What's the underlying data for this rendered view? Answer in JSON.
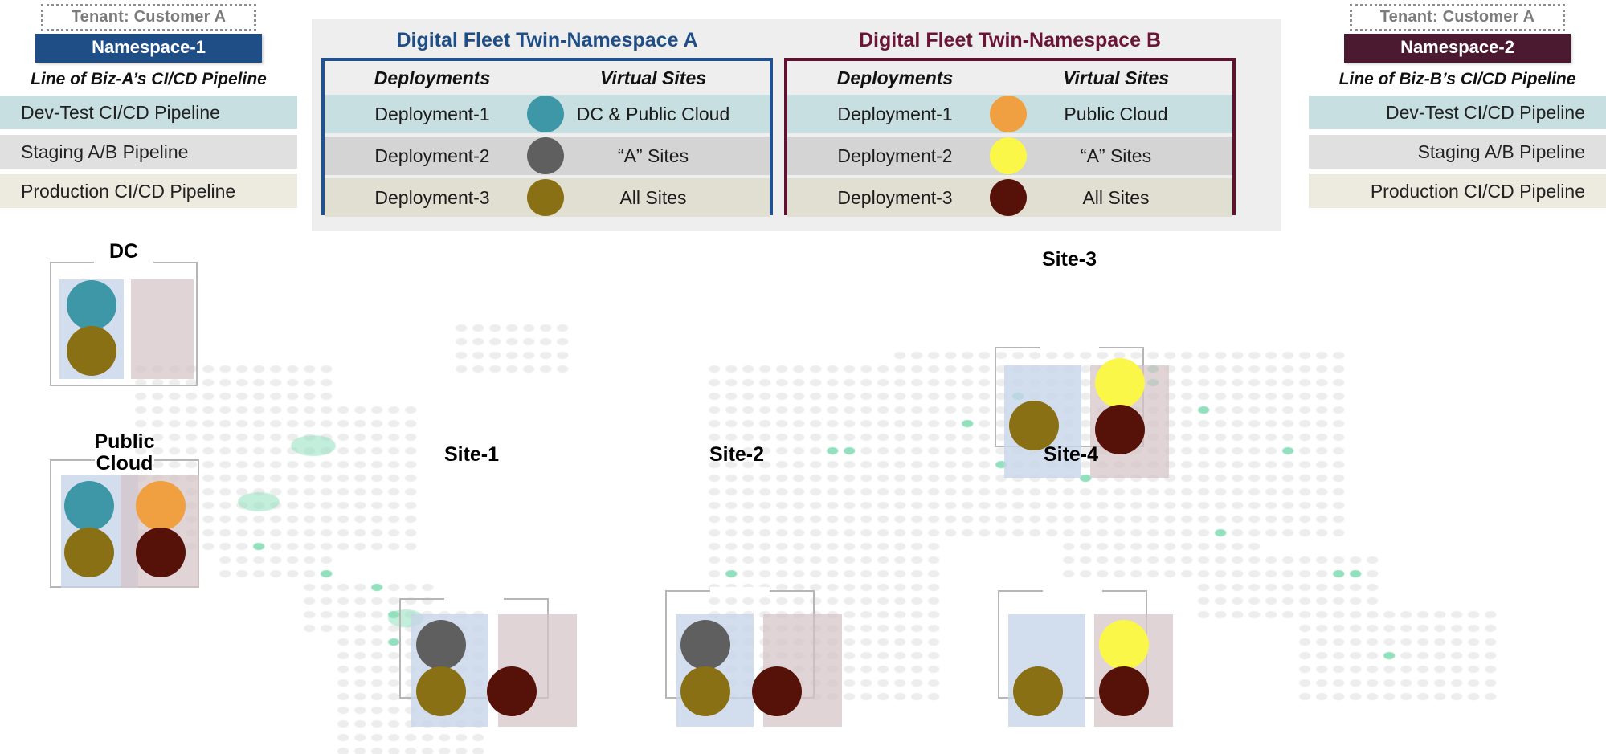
{
  "left_panel": {
    "tenant_label": "Tenant: Customer A",
    "namespace_badge": "Namespace-1",
    "namespace_color": "#1f4e87",
    "lob_title": "Line of Biz-A’s CI/CD Pipeline",
    "pipelines": [
      {
        "label": "Dev-Test CI/CD Pipeline",
        "color": "#c8dfe1"
      },
      {
        "label": "Staging A/B Pipeline",
        "color": "#e0e0e0"
      },
      {
        "label": "Production CI/CD Pipeline",
        "color": "#edeae0"
      }
    ]
  },
  "right_panel": {
    "tenant_label": "Tenant: Customer A",
    "namespace_badge": "Namespace-2",
    "namespace_color": "#4b1930",
    "lob_title": "Line of Biz-B’s CI/CD Pipeline",
    "pipelines": [
      {
        "label": "Dev-Test CI/CD Pipeline",
        "color": "#c8dfe1"
      },
      {
        "label": "Staging A/B Pipeline",
        "color": "#e0e0e0"
      },
      {
        "label": "Production CI/CD Pipeline",
        "color": "#edeae0"
      }
    ]
  },
  "namespace_a": {
    "heading": "Digital Fleet Twin-Namespace A",
    "heading_color": "#1f4e87",
    "border_color": "#22528d",
    "columns": [
      "Deployments",
      "Virtual Sites"
    ],
    "rows": [
      {
        "deployment": "Deployment-1",
        "dot_color": "#3d97a6",
        "virtual_site": "DC & Public Cloud"
      },
      {
        "deployment": "Deployment-2",
        "dot_color": "#5f5f5f",
        "virtual_site": "“A” Sites"
      },
      {
        "deployment": "Deployment-3",
        "dot_color": "#8a7014",
        "virtual_site": "All  Sites"
      }
    ]
  },
  "namespace_b": {
    "heading": "Digital Fleet Twin-Namespace B",
    "heading_color": "#6a1436",
    "border_color": "#5d1230",
    "columns": [
      "Deployments",
      "Virtual Sites"
    ],
    "rows": [
      {
        "deployment": "Deployment-1",
        "dot_color": "#f0a040",
        "virtual_site": "Public Cloud"
      },
      {
        "deployment": "Deployment-2",
        "dot_color": "#fbf749",
        "virtual_site": "“A” Sites"
      },
      {
        "deployment": "Deployment-3",
        "dot_color": "#561208",
        "virtual_site": "All  Sites"
      }
    ]
  },
  "map": {
    "dot_color": "#ededed",
    "highlight_color": "#92e0bd",
    "sites": [
      {
        "id": "dc",
        "label": "DC",
        "label_line2": "",
        "slot_a_circles": [
          "#3d97a6",
          "#8a7014"
        ],
        "slot_b_circles": []
      },
      {
        "id": "public-cloud",
        "label": "Public",
        "label_line2": "Cloud",
        "slot_a_circles": [
          "#3d97a6",
          "#8a7014"
        ],
        "slot_b_circles": [
          "#f0a040",
          "#561208"
        ]
      },
      {
        "id": "site-1",
        "label": "Site-1",
        "label_line2": "",
        "slot_a_circles": [
          "#5f5f5f",
          "#8a7014"
        ],
        "slot_b_circles": [
          "",
          "#561208"
        ]
      },
      {
        "id": "site-2",
        "label": "Site-2",
        "label_line2": "",
        "slot_a_circles": [
          "#5f5f5f",
          "#8a7014"
        ],
        "slot_b_circles": [
          "",
          "#561208"
        ]
      },
      {
        "id": "site-3",
        "label": "Site-3",
        "label_line2": "",
        "slot_a_circles": [
          "",
          "#8a7014"
        ],
        "slot_b_circles": [
          "#fbf749",
          "#561208"
        ]
      },
      {
        "id": "site-4",
        "label": "Site-4",
        "label_line2": "",
        "slot_a_circles": [
          "",
          "#8a7014"
        ],
        "slot_b_circles": [
          "#fbf749",
          "#561208"
        ]
      }
    ]
  }
}
